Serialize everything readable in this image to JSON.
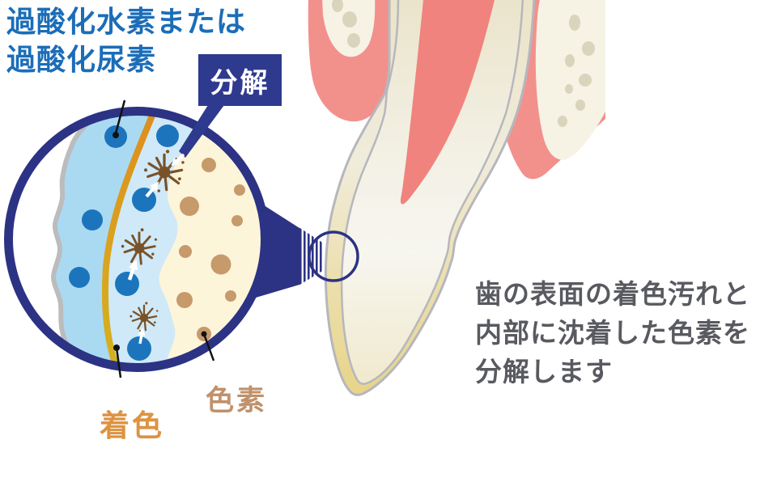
{
  "header": {
    "peroxide_label_line1": "過酸化水素または",
    "peroxide_label_line2": "過酸化尿素"
  },
  "bubble": {
    "label": "分解"
  },
  "magnifier": {
    "staining_label": "着色",
    "pigment_label": "色素"
  },
  "caption": {
    "line1": "歯の表面の着色汚れと",
    "line2": "内部に沈着した色素を",
    "line3": "分解します"
  },
  "colors": {
    "peroxide_text_blue": "#1b6db8",
    "bubble_navy": "#2e3a8e",
    "ring_navy": "#2c3384",
    "staining_orange": "#dd9342",
    "pigment_tan": "#c0916a",
    "caption_gray": "#595a60",
    "gum_pink": "#f2918c",
    "pulp_salmon": "#f0837e",
    "bone_cream": "#f6f3e5",
    "bone_spot": "#d9d4bc",
    "tooth_outline_gray": "#b6b7bd",
    "enamel_yellow": "#e8d489",
    "plaque_light_blue": "#aadaf2",
    "inner_light_blue": "#cfe9f8",
    "peroxide_dot_blue": "#1c75bc",
    "pigment_dot_brown": "#c79a6b",
    "burst_brown": "#7a5229",
    "gold_line_orange": "#dd8e1e",
    "gold_line_yellow": "#d2b220"
  }
}
